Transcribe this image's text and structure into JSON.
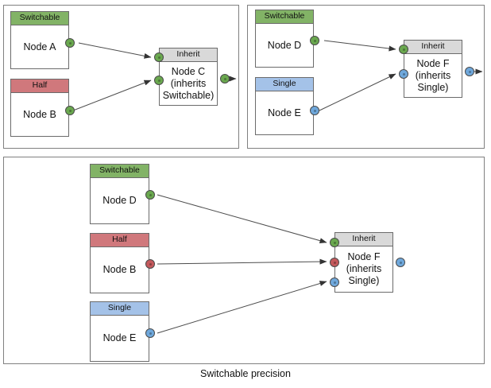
{
  "caption": "Switchable precision",
  "colors": {
    "switchable": "#82b366",
    "half": "#d0787c",
    "single": "#a4c2e8",
    "inherit": "#d9d9d9",
    "port_green": "#6aa84f",
    "port_red": "#c4595c",
    "port_blue": "#6fa8dc",
    "edge": "#4d4d4d",
    "panel_border": "#808080",
    "node_border": "#6b6b6b"
  },
  "panels": [
    {
      "id": "panel-top-left",
      "nodes": [
        {
          "id": "node-a",
          "header": "Switchable",
          "body": [
            "Node A"
          ]
        },
        {
          "id": "node-b",
          "header": "Half",
          "body": [
            "Node B"
          ]
        },
        {
          "id": "node-c",
          "header": "Inherit",
          "body": [
            "Node C",
            "(inherits",
            "Switchable)"
          ]
        }
      ]
    },
    {
      "id": "panel-top-right",
      "nodes": [
        {
          "id": "node-d",
          "header": "Switchable",
          "body": [
            "Node D"
          ]
        },
        {
          "id": "node-e",
          "header": "Single",
          "body": [
            "Node E"
          ]
        },
        {
          "id": "node-f",
          "header": "Inherit",
          "body": [
            "Node F",
            "(inherits",
            "Single)"
          ]
        }
      ]
    },
    {
      "id": "panel-bottom",
      "nodes": [
        {
          "id": "node-d2",
          "header": "Switchable",
          "body": [
            "Node D"
          ]
        },
        {
          "id": "node-b2",
          "header": "Half",
          "body": [
            "Node B"
          ]
        },
        {
          "id": "node-e2",
          "header": "Single",
          "body": [
            "Node E"
          ]
        },
        {
          "id": "node-f2",
          "header": "Inherit",
          "body": [
            "Node F",
            "(inherits",
            "Single)"
          ]
        }
      ]
    }
  ]
}
